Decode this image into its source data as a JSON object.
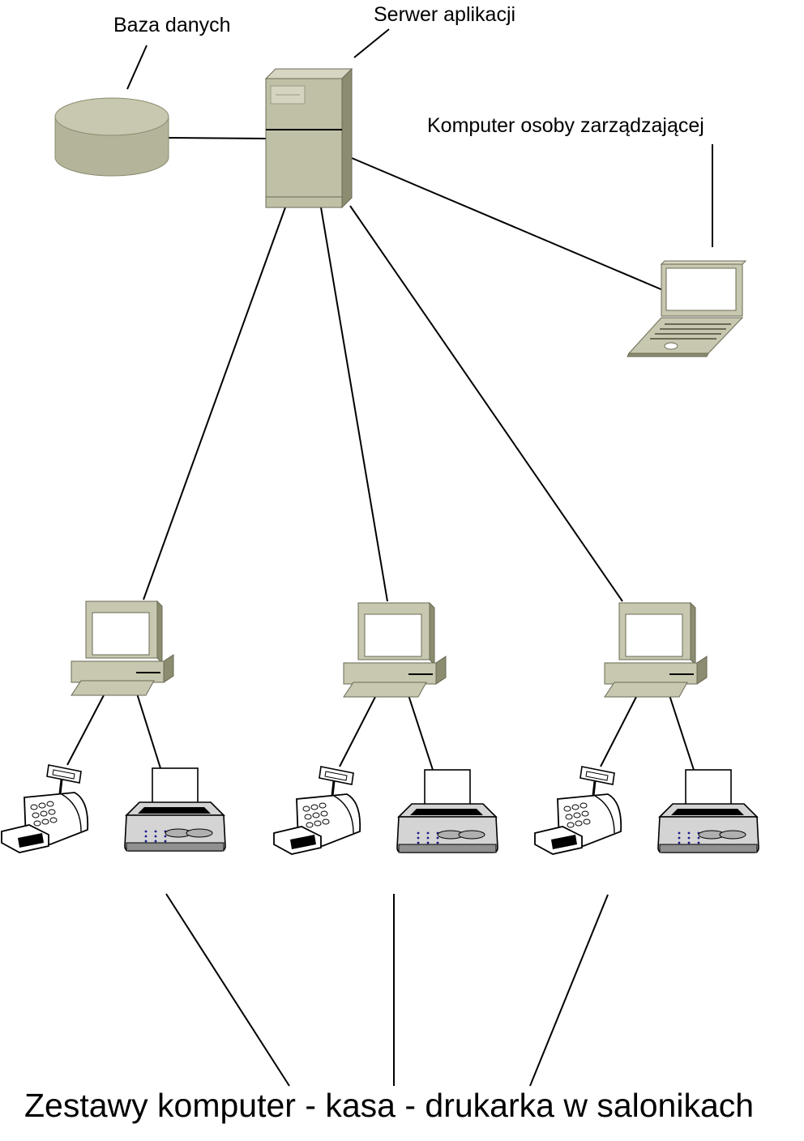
{
  "labels": {
    "database": "Baza danych",
    "app_server": "Serwer aplikacji",
    "manager_computer": "Komputer osoby zarządzającej",
    "stations": "Zestawy komputer - kasa - drukarka w salonikach"
  },
  "stations": [
    {
      "name": "station-1"
    },
    {
      "name": "station-2"
    },
    {
      "name": "station-3"
    }
  ],
  "colors": {
    "device_fill": "#c8c8b0",
    "device_dark": "#8c8c70",
    "device_mid": "#b4b49a",
    "screen": "#ffffff",
    "printer_body": "#d4d4d4",
    "printer_dark": "#909090",
    "line": "#000000"
  }
}
